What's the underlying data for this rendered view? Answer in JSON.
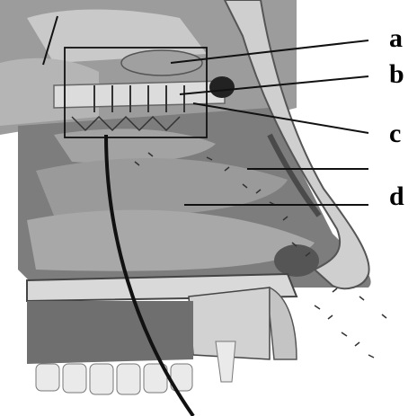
{
  "labels": {
    "a": "a",
    "b": "b",
    "c": "c",
    "d": "d"
  },
  "colors": {
    "background": "#ffffff",
    "tissue_dark": "#5a5a5a",
    "tissue_mid": "#8a8a8a",
    "tissue_light": "#b9b9b9",
    "bone": "#d6d6d6",
    "line": "#000000"
  }
}
